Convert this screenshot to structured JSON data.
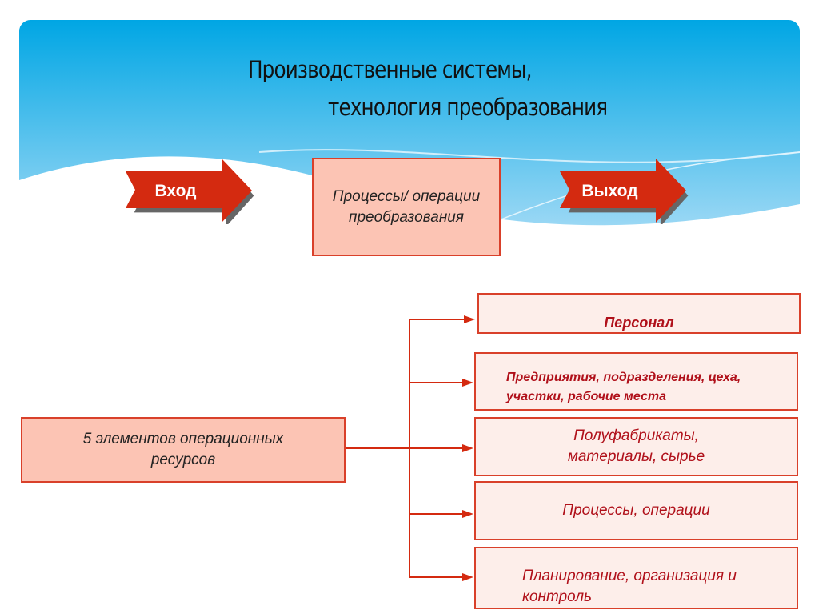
{
  "title": {
    "line1": "Производственные системы,",
    "line2": "технология  преобразования"
  },
  "flow": {
    "input": "Вход",
    "process": "Процессы/ операции преобразования",
    "output": "Выход"
  },
  "resources": {
    "source": "5 элементов операционных ресурсов",
    "items": [
      "Персонал",
      "Предприятия, подразделения, цеха, участки, рабочие места",
      "Полуфабрикаты, материалы, сырье",
      "Процессы, операции",
      "Планирование, организация и контроль"
    ]
  },
  "colors": {
    "accent": "#d42a10",
    "box_fill": "#fcc4b4",
    "sky": "#00a6e4"
  }
}
